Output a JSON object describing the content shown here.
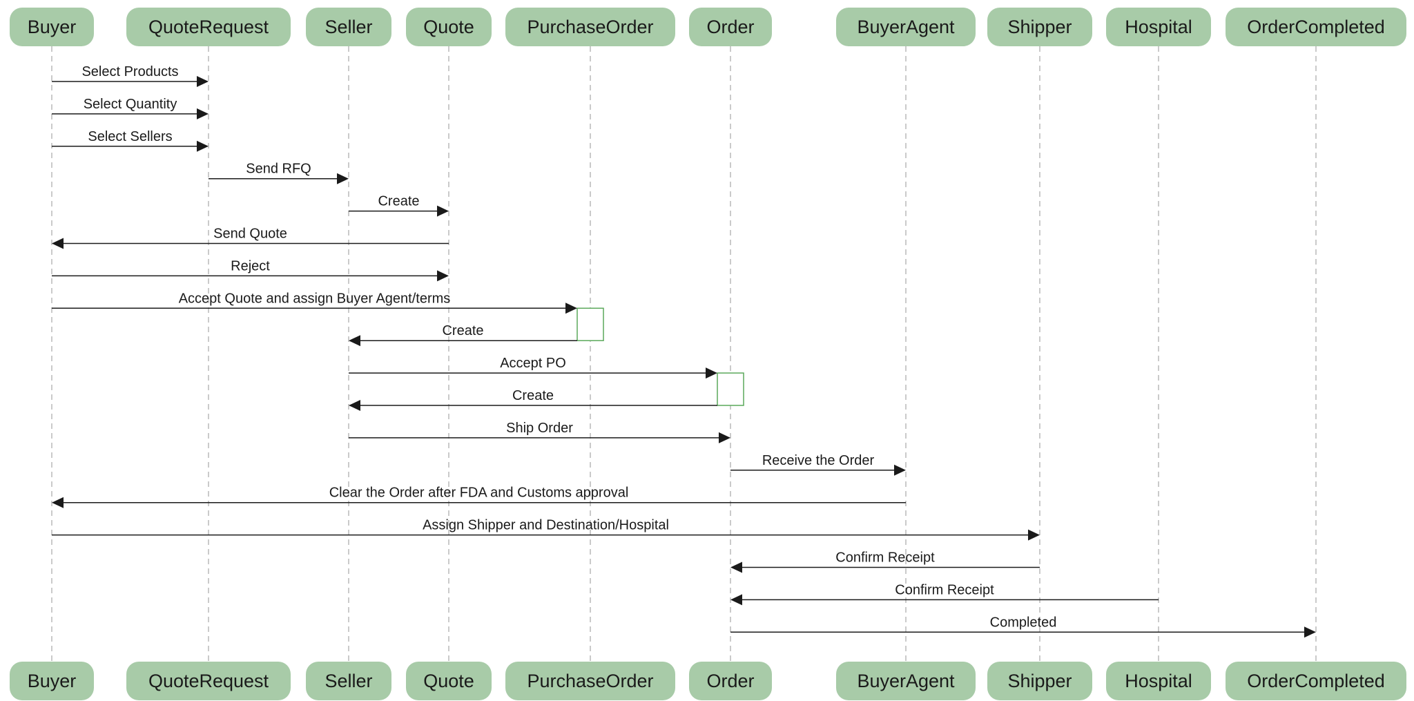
{
  "actors": [
    {
      "key": "buyer",
      "label": "Buyer"
    },
    {
      "key": "quoterequest",
      "label": "QuoteRequest"
    },
    {
      "key": "seller",
      "label": "Seller"
    },
    {
      "key": "quote",
      "label": "Quote"
    },
    {
      "key": "purchaseorder",
      "label": "PurchaseOrder"
    },
    {
      "key": "order",
      "label": "Order"
    },
    {
      "key": "buyeragent",
      "label": "BuyerAgent"
    },
    {
      "key": "shipper",
      "label": "Shipper"
    },
    {
      "key": "hospital",
      "label": "Hospital"
    },
    {
      "key": "ordercompleted",
      "label": "OrderCompleted"
    }
  ],
  "messages": [
    {
      "from": "buyer",
      "to": "quoterequest",
      "label": "Select Products"
    },
    {
      "from": "buyer",
      "to": "quoterequest",
      "label": "Select Quantity"
    },
    {
      "from": "buyer",
      "to": "quoterequest",
      "label": "Select Sellers"
    },
    {
      "from": "quoterequest",
      "to": "seller",
      "label": "Send RFQ"
    },
    {
      "from": "seller",
      "to": "quote",
      "label": "Create"
    },
    {
      "from": "quote",
      "to": "buyer",
      "label": "Send Quote"
    },
    {
      "from": "buyer",
      "to": "quote",
      "label": "Reject"
    },
    {
      "from": "buyer",
      "to": "purchaseorder",
      "label": "Accept Quote and assign Buyer Agent/terms"
    },
    {
      "from": "purchaseorder",
      "to": "seller",
      "label": "Create"
    },
    {
      "from": "seller",
      "to": "order",
      "label": "Accept PO"
    },
    {
      "from": "order",
      "to": "seller",
      "label": "Create"
    },
    {
      "from": "seller",
      "to": "order",
      "label": "Ship Order"
    },
    {
      "from": "order",
      "to": "buyeragent",
      "label": "Receive the Order"
    },
    {
      "from": "buyeragent",
      "to": "buyer",
      "label": "Clear the Order after FDA and Customs approval"
    },
    {
      "from": "buyer",
      "to": "shipper",
      "label": "Assign Shipper and Destination/Hospital"
    },
    {
      "from": "shipper",
      "to": "order",
      "label": "Confirm Receipt"
    },
    {
      "from": "hospital",
      "to": "order",
      "label": "Confirm Receipt"
    },
    {
      "from": "order",
      "to": "ordercompleted",
      "label": "Completed"
    }
  ],
  "activations": [
    {
      "actor": "purchaseorder",
      "from_message": 7,
      "to_message": 8
    },
    {
      "actor": "order",
      "from_message": 9,
      "to_message": 10
    }
  ],
  "colors": {
    "actor_fill": "#a8cba8",
    "activation_stroke": "#5aa85a",
    "lifeline": "#b8b8b8",
    "message": "#1a1a1a"
  }
}
